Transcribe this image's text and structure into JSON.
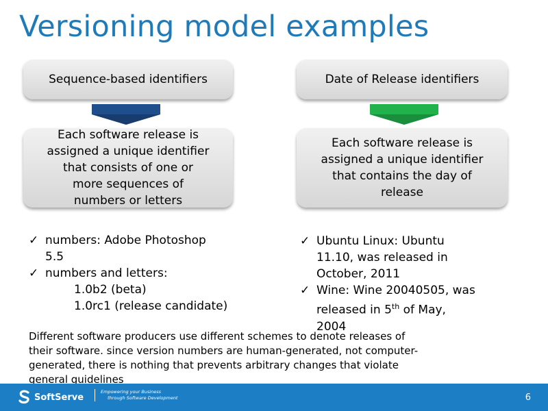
{
  "title": "Versioning model examples",
  "left": {
    "header": "Sequence-based identifiers",
    "description_lines": [
      "Each software release is",
      "assigned a unique identifier",
      "that consists of one or",
      "more sequences of",
      "numbers or letters"
    ],
    "bullets": [
      {
        "text_lines": [
          "numbers: Adobe Photoshop",
          "5.5"
        ]
      },
      {
        "text_lines": [
          "numbers and letters:"
        ],
        "sub": [
          "1.0b2 (beta)",
          "1.0rc1 (release candidate)"
        ]
      }
    ]
  },
  "right": {
    "header": "Date of Release identifiers",
    "description_lines": [
      "Each software release is",
      "assigned a unique identifier",
      "that contains the day of",
      "release"
    ],
    "bullets": [
      {
        "text_lines": [
          "Ubuntu Linux: Ubuntu",
          "11.10, was released in",
          "October, 2011"
        ]
      },
      {
        "text_lines": [
          "Wine: Wine 20040505, was"
        ],
        "line2_pre": "released in 5",
        "line2_sup": "th",
        "line2_post": " of May,",
        "line3": "2004"
      }
    ]
  },
  "note_lines": [
    "Different software producers use different schemes to denote releases of",
    "their software. since version numbers are human-generated, not computer-",
    "generated, there is nothing that prevents arbitrary changes that violate",
    "general guidelines"
  ],
  "footer": {
    "logo": "SoftServe",
    "tagline_1": "Empowering your Business",
    "tagline_2": "through Software Development",
    "page_number": "6"
  },
  "colors": {
    "title": "#1f7ab8",
    "arrow_left": "#1f4e8c",
    "arrow_right": "#22b24c",
    "footer": "#1c7fc6"
  },
  "icons": {
    "bullet": "check-icon",
    "logo": "softserve-logo-icon"
  }
}
